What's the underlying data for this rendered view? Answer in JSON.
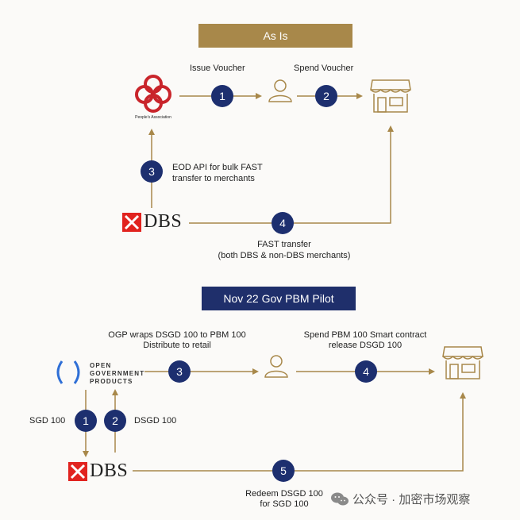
{
  "section1": {
    "title": "As Is",
    "issue_voucher": "Issue Voucher",
    "spend_voucher": "Spend Voucher",
    "pa_caption": "People's Association",
    "eod_api": "EOD API for bulk FAST transfer to merchants",
    "fast_line1": "FAST transfer",
    "fast_line2": "(both DBS & non-DBS merchants)",
    "steps": [
      "1",
      "2",
      "3",
      "4"
    ]
  },
  "section2": {
    "title": "Nov 22 Gov PBM Pilot",
    "ogp_wraps_line1": "OGP wraps DSGD 100 to PBM 100",
    "ogp_wraps_line2": "Distribute to retail",
    "spend_line1": "Spend PBM 100 Smart contract",
    "spend_line2": "release DSGD 100",
    "ogp_line1": "OPEN",
    "ogp_line2": "GOVERNMENT",
    "ogp_line3": "PRODUCTS",
    "sgd_100": "SGD 100",
    "dsgd_100": "DSGD 100",
    "redeem_line1": "Redeem DSGD 100",
    "redeem_line2": "for SGD 100",
    "steps": [
      "1",
      "2",
      "3",
      "4",
      "5"
    ]
  },
  "dbs_label": "DBS",
  "watermark": "公众号 · 加密市场观察",
  "icons": {
    "people_association": "people-association-logo",
    "person": "person-icon",
    "store": "storefront-icon",
    "dbs": "dbs-logo",
    "ogp": "ogp-logo",
    "wechat": "wechat-icon"
  },
  "colors": {
    "gold": "#a8884a",
    "navy": "#1d2f6f",
    "banner_gold": "#a8884a",
    "banner_navy": "#1f2f6b",
    "red": "#d92b2b",
    "ogp_blue": "#2f6fd6"
  }
}
